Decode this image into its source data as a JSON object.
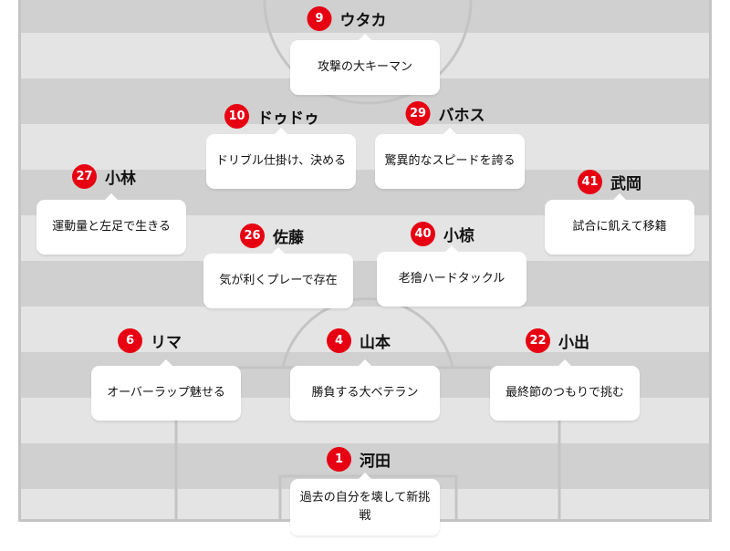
{
  "colors": {
    "badge": "#e60012",
    "stripe_dark": "#d0d0d0",
    "stripe_light": "#e4e4e4"
  },
  "players": [
    {
      "number": "9",
      "name": "ウタカ",
      "comment": "攻撃の大キーマン"
    },
    {
      "number": "10",
      "name": "ドゥドゥ",
      "comment": "ドリブル仕掛け、決める"
    },
    {
      "number": "29",
      "name": "バホス",
      "comment": "驚異的なスピードを誇る"
    },
    {
      "number": "27",
      "name": "小林",
      "comment": "運動量と左足で生きる"
    },
    {
      "number": "41",
      "name": "武岡",
      "comment": "試合に飢えて移籍"
    },
    {
      "number": "26",
      "name": "佐藤",
      "comment": "気が利くプレーで存在"
    },
    {
      "number": "40",
      "name": "小椋",
      "comment": "老獪ハードタックル"
    },
    {
      "number": "6",
      "name": "リマ",
      "comment": "オーバーラップ魅せる"
    },
    {
      "number": "4",
      "name": "山本",
      "comment": "勝負する大ベテラン"
    },
    {
      "number": "22",
      "name": "小出",
      "comment": "最終節のつもりで挑む"
    },
    {
      "number": "1",
      "name": "河田",
      "comment": "過去の自分を壊して新挑戦"
    }
  ]
}
